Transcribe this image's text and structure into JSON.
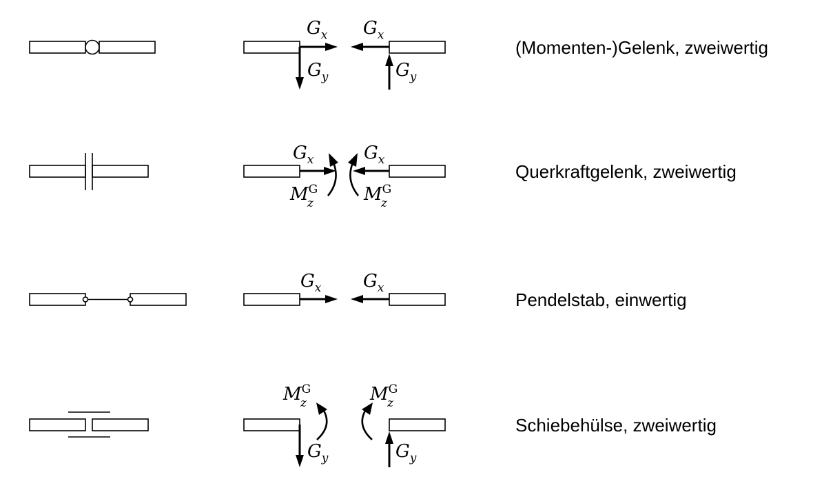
{
  "rows": [
    {
      "caption": "(Momenten-)Gelenk, zweiwertig"
    },
    {
      "caption": "Querkraftgelenk, zweiwertig"
    },
    {
      "caption": "Pendelstab, einwertig"
    },
    {
      "caption": "Schiebehülse, zweiwertig"
    }
  ],
  "symbols": {
    "G": "G",
    "M": "M",
    "x": "x",
    "y": "y",
    "z": "z",
    "sup_G": "G"
  }
}
